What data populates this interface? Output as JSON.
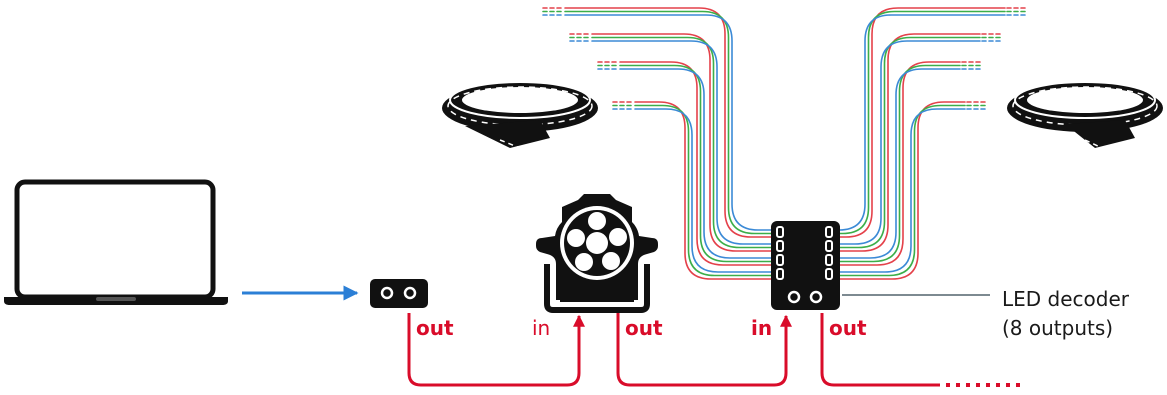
{
  "labels": {
    "out_1": "out",
    "in_2": "in",
    "out_2": "out",
    "in_3": "in",
    "out_3": "out",
    "decoder_line1": "LED decoder",
    "decoder_line2": "(8 outputs)"
  },
  "colors": {
    "dmx_red": "#d90c2a",
    "usb_blue": "#2b7fd6",
    "wire_red": "#e4414a",
    "wire_green": "#3cae49",
    "wire_blue": "#3b8ad6",
    "device_black": "#111111",
    "leader_gray": "#7d8a91"
  },
  "icons": [
    "laptop-icon",
    "dmx-interface-icon",
    "par-light-icon",
    "led-decoder-icon",
    "led-strip-reel-icon"
  ]
}
